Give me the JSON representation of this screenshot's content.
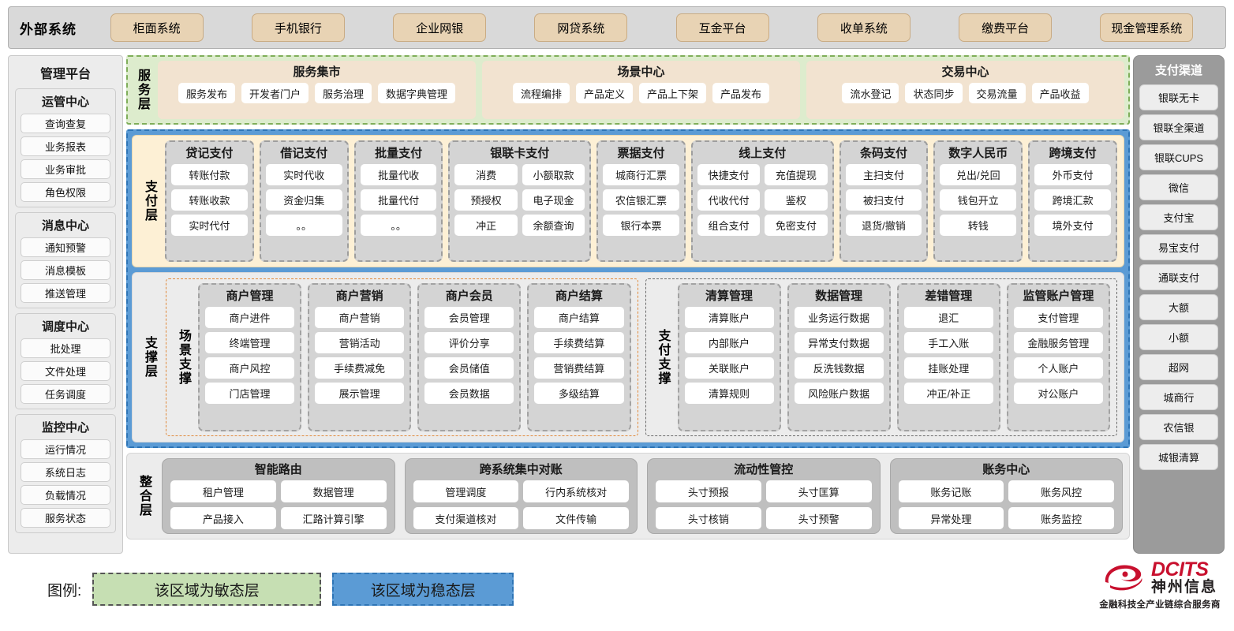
{
  "external": {
    "title": "外部系统",
    "items": [
      "柜面系统",
      "手机银行",
      "企业网银",
      "网贷系统",
      "互金平台",
      "收单系统",
      "缴费平台",
      "现金管理系统"
    ]
  },
  "management": {
    "title": "管理平台",
    "groups": [
      {
        "title": "运管中心",
        "items": [
          "查询查复",
          "业务报表",
          "业务审批",
          "角色权限"
        ]
      },
      {
        "title": "消息中心",
        "items": [
          "通知预警",
          "消息模板",
          "推送管理"
        ]
      },
      {
        "title": "调度中心",
        "items": [
          "批处理",
          "文件处理",
          "任务调度"
        ]
      },
      {
        "title": "监控中心",
        "items": [
          "运行情况",
          "系统日志",
          "负载情况",
          "服务状态"
        ]
      }
    ]
  },
  "channels": {
    "title": "支付渠道",
    "items": [
      "银联无卡",
      "银联全渠道",
      "银联CUPS",
      "微信",
      "支付宝",
      "易宝支付",
      "通联支付",
      "大额",
      "小额",
      "超网",
      "城商行",
      "农信银",
      "城银清算"
    ]
  },
  "service_layer": {
    "label": "服务层",
    "groups": [
      {
        "title": "服务集市",
        "items": [
          "服务发布",
          "开发者门户",
          "服务治理",
          "数据字典管理"
        ]
      },
      {
        "title": "场景中心",
        "items": [
          "流程编排",
          "产品定义",
          "产品上下架",
          "产品发布"
        ]
      },
      {
        "title": "交易中心",
        "items": [
          "流水登记",
          "状态同步",
          "交易流量",
          "产品收益"
        ]
      }
    ]
  },
  "payment_layer": {
    "label": "支付层",
    "groups": [
      {
        "title": "贷记支付",
        "cols": 1,
        "rows": [
          [
            "转账付款"
          ],
          [
            "转账收款"
          ],
          [
            "实时代付"
          ]
        ]
      },
      {
        "title": "借记支付",
        "cols": 1,
        "rows": [
          [
            "实时代收"
          ],
          [
            "资金归集"
          ],
          [
            "。。"
          ]
        ]
      },
      {
        "title": "批量支付",
        "cols": 1,
        "rows": [
          [
            "批量代收"
          ],
          [
            "批量代付"
          ],
          [
            "。。"
          ]
        ]
      },
      {
        "title": "银联卡支付",
        "cols": 2,
        "rows": [
          [
            "消费",
            "小额取款"
          ],
          [
            "预授权",
            "电子现金"
          ],
          [
            "冲正",
            "余额查询"
          ]
        ]
      },
      {
        "title": "票据支付",
        "cols": 1,
        "rows": [
          [
            "城商行汇票"
          ],
          [
            "农信银汇票"
          ],
          [
            "银行本票"
          ]
        ]
      },
      {
        "title": "线上支付",
        "cols": 2,
        "rows": [
          [
            "快捷支付",
            "充值提现"
          ],
          [
            "代收代付",
            "鉴权"
          ],
          [
            "组合支付",
            "免密支付"
          ]
        ]
      },
      {
        "title": "条码支付",
        "cols": 1,
        "rows": [
          [
            "主扫支付"
          ],
          [
            "被扫支付"
          ],
          [
            "退货/撤销"
          ]
        ]
      },
      {
        "title": "数字人民币",
        "cols": 1,
        "rows": [
          [
            "兑出/兑回"
          ],
          [
            "钱包开立"
          ],
          [
            "转钱"
          ]
        ]
      },
      {
        "title": "跨境支付",
        "cols": 1,
        "rows": [
          [
            "外币支付"
          ],
          [
            "跨境汇款"
          ],
          [
            "境外支付"
          ]
        ]
      }
    ]
  },
  "support_layer": {
    "label": "支撑层",
    "panels": [
      {
        "label": "场景支撑",
        "groups": [
          {
            "title": "商户管理",
            "items": [
              "商户进件",
              "终端管理",
              "商户风控",
              "门店管理"
            ]
          },
          {
            "title": "商户营销",
            "items": [
              "商户营销",
              "营销活动",
              "手续费减免",
              "展示管理"
            ]
          },
          {
            "title": "商户会员",
            "items": [
              "会员管理",
              "评价分享",
              "会员储值",
              "会员数据"
            ]
          },
          {
            "title": "商户结算",
            "items": [
              "商户结算",
              "手续费结算",
              "营销费结算",
              "多级结算"
            ]
          }
        ]
      },
      {
        "label": "支付支撑",
        "groups": [
          {
            "title": "清算管理",
            "items": [
              "清算账户",
              "内部账户",
              "关联账户",
              "清算规则"
            ]
          },
          {
            "title": "数据管理",
            "items": [
              "业务运行数据",
              "异常支付数据",
              "反洗钱数据",
              "风险账户数据"
            ]
          },
          {
            "title": "差错管理",
            "items": [
              "退汇",
              "手工入账",
              "挂账处理",
              "冲正/补正"
            ]
          },
          {
            "title": "监管账户管理",
            "items": [
              "支付管理",
              "金融服务管理",
              "个人账户",
              "对公账户"
            ]
          }
        ]
      }
    ]
  },
  "integration_layer": {
    "label": "整合层",
    "cards": [
      {
        "title": "智能路由",
        "items": [
          "租户管理",
          "数据管理",
          "产品接入",
          "汇路计算引擎"
        ]
      },
      {
        "title": "跨系统集中对账",
        "items": [
          "管理调度",
          "行内系统核对",
          "支付渠道核对",
          "文件传输"
        ]
      },
      {
        "title": "流动性管控",
        "items": [
          "头寸预报",
          "头寸匡算",
          "头寸核销",
          "头寸预警"
        ]
      },
      {
        "title": "账务中心",
        "items": [
          "账务记账",
          "账务风控",
          "异常处理",
          "账务监控"
        ]
      }
    ]
  },
  "legend": {
    "label": "图例:",
    "agile": "该区域为敏态层",
    "stable": "该区域为稳态层",
    "agile_color": "#c6dfb3",
    "stable_color": "#5b9bd5"
  },
  "brand": {
    "name_en": "DCITS",
    "name_cn": "神州信息",
    "tagline": "金融科技全产业链综合服务商",
    "color": "#c8102e"
  }
}
